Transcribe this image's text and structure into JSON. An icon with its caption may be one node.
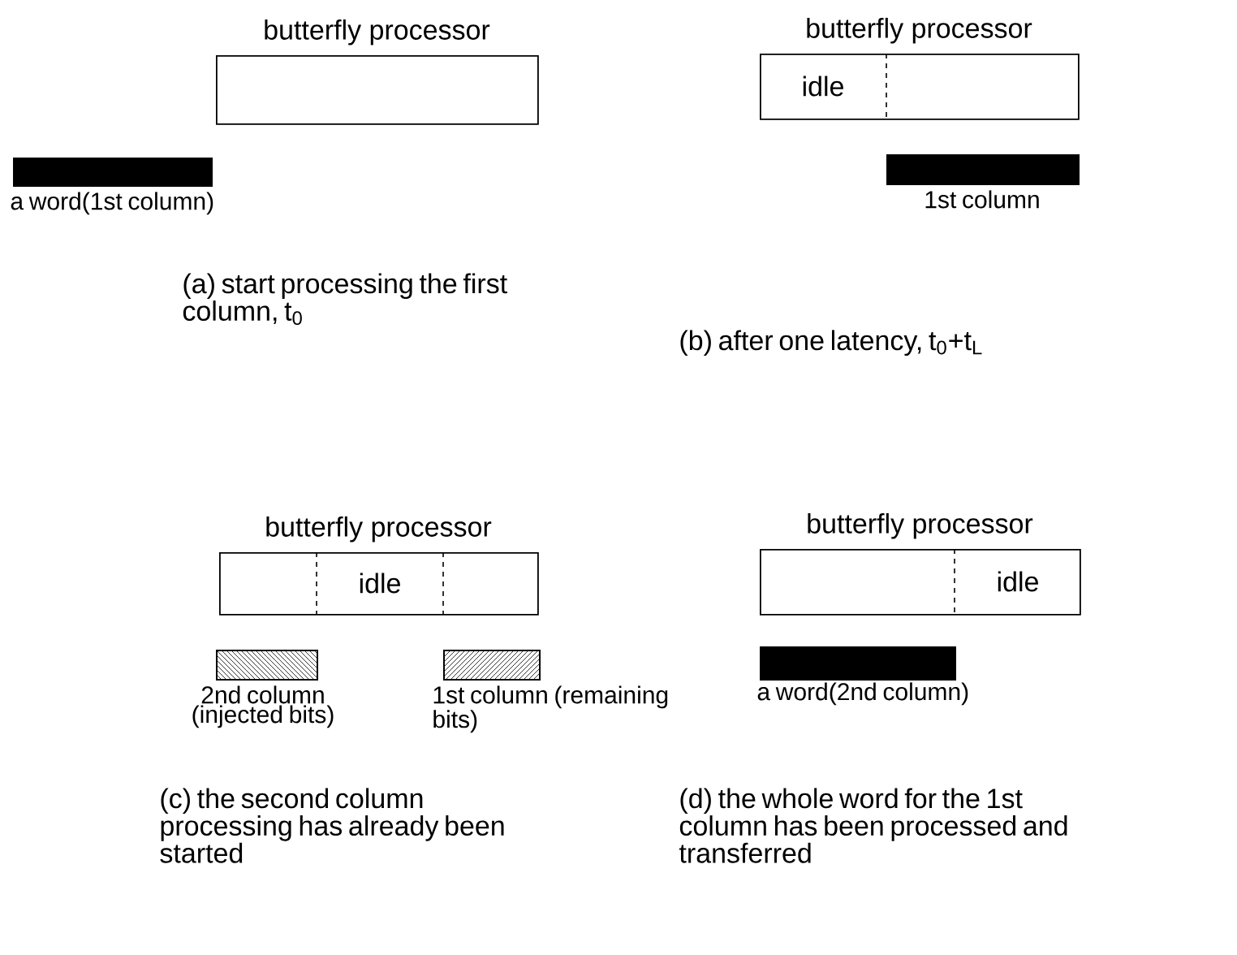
{
  "diagram": {
    "nodes": [
      {
        "text": [
          "butterfly processor"
        ]
      },
      {
        "text": [],
        "shape": "bar",
        "beside": [
          "a word(1st column)"
        ]
      },
      {
        "text": [
          "butterfly processor",
          "idle"
        ]
      },
      {
        "text": [],
        "shape": "bar",
        "beside": [
          "1st column"
        ]
      },
      {
        "text": [
          "butterfly processor",
          "idle"
        ]
      },
      {
        "text": [],
        "shape": "bar",
        "beside": [
          "2nd column (injected bits)"
        ]
      },
      {
        "text": [],
        "shape": "bar",
        "beside": [
          "1st column (remaining bits)"
        ]
      },
      {
        "text": [
          "butterfly processor",
          "idle"
        ]
      },
      {
        "text": [],
        "shape": "bar",
        "beside": [
          "a word(2nd column)"
        ]
      }
    ],
    "edges": [],
    "labels": [
      "(a) start processing the first column, t$_{0}$",
      "(b) after one latency, t$_{0}$+t$_{L}$",
      "(c) the second column processing has already been started",
      "(d) the whole word for the 1st column has been processed and transferred"
    ]
  }
}
